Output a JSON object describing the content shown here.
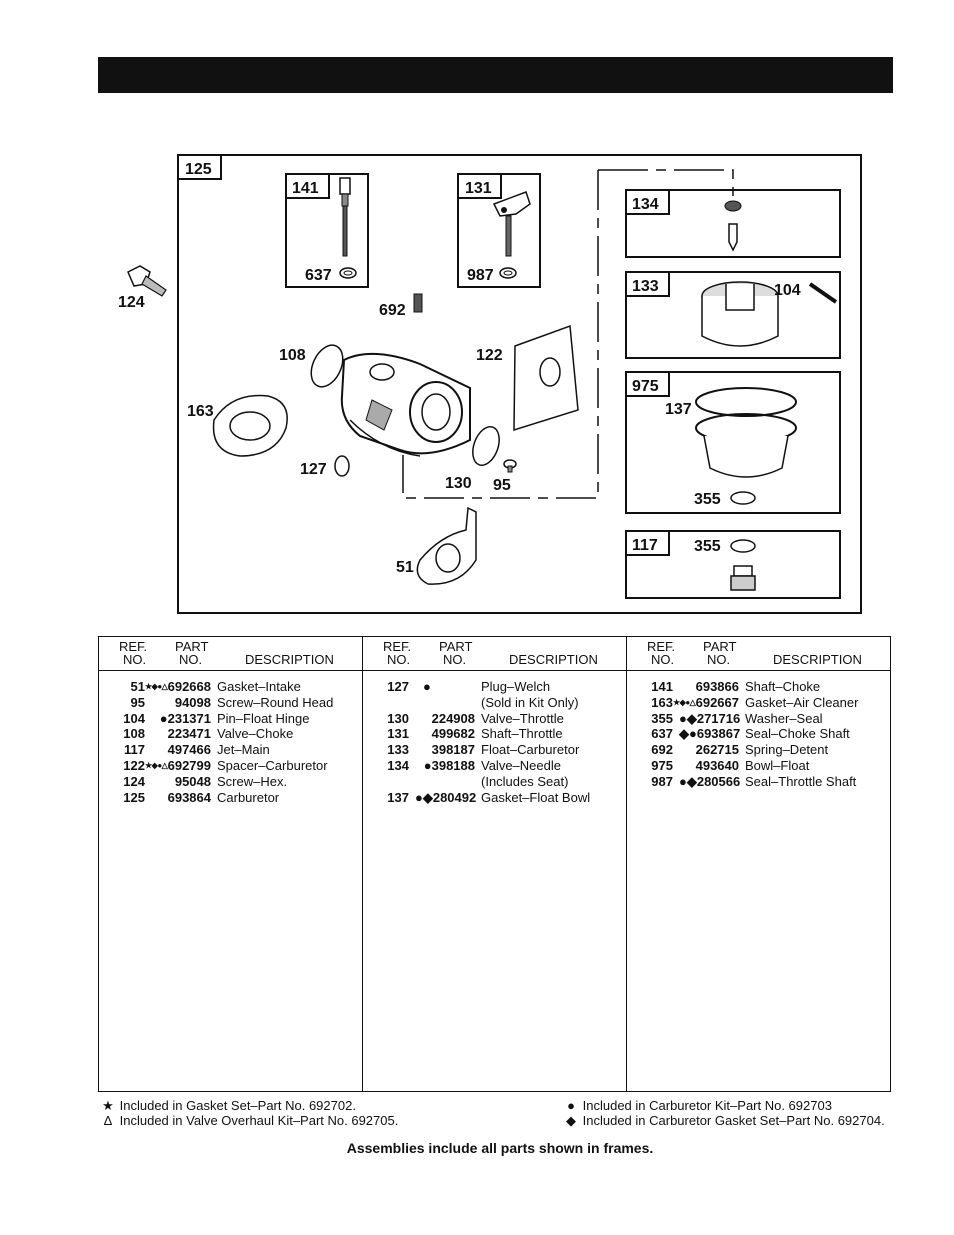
{
  "diagram": {
    "frame_labels": [
      "125",
      "141",
      "131",
      "134",
      "133",
      "975",
      "117"
    ],
    "callouts": {
      "c124": "124",
      "c637": "637",
      "c987": "987",
      "c692": "692",
      "c104": "104",
      "c108": "108",
      "c122": "122",
      "c163": "163",
      "c137": "137",
      "c127": "127",
      "c130": "130",
      "c95": "95",
      "c355a": "355",
      "c355b": "355",
      "c51": "51"
    }
  },
  "table": {
    "headers": {
      "ref1": "REF.",
      "ref2": "NO.",
      "part1": "PART",
      "part2": "NO.",
      "desc": "DESCRIPTION"
    },
    "columns": [
      [
        {
          "ref": "51",
          "marks": "★◆●△",
          "part": "692668",
          "desc": "Gasket–Intake"
        },
        {
          "ref": "95",
          "marks": "",
          "part": "94098",
          "desc": "Screw–Round Head"
        },
        {
          "ref": "104",
          "marks": "",
          "part": "●231371",
          "desc": "Pin–Float Hinge"
        },
        {
          "ref": "108",
          "marks": "",
          "part": "223471",
          "desc": "Valve–Choke"
        },
        {
          "ref": "117",
          "marks": "",
          "part": "497466",
          "desc": "Jet–Main"
        },
        {
          "ref": "122",
          "marks": "★◆●△",
          "part": "692799",
          "desc": "Spacer–Carburetor"
        },
        {
          "ref": "124",
          "marks": "",
          "part": "95048",
          "desc": "Screw–Hex."
        },
        {
          "ref": "125",
          "marks": "",
          "part": "693864",
          "desc": "Carburetor"
        }
      ],
      [
        {
          "ref": "127",
          "marks": "",
          "part": "●",
          "desc": "Plug–Welch"
        },
        {
          "ref": "",
          "marks": "",
          "part": "",
          "desc": "(Sold in Kit Only)"
        },
        {
          "ref": "130",
          "marks": "",
          "part": "224908",
          "desc": "Valve–Throttle"
        },
        {
          "ref": "131",
          "marks": "",
          "part": "499682",
          "desc": "Shaft–Throttle"
        },
        {
          "ref": "133",
          "marks": "",
          "part": "398187",
          "desc": "Float–Carburetor"
        },
        {
          "ref": "134",
          "marks": "",
          "part": "●398188",
          "desc": "Valve–Needle"
        },
        {
          "ref": "",
          "marks": "",
          "part": "",
          "desc": "(Includes Seat)"
        },
        {
          "ref": "137",
          "marks": "",
          "part": "●◆280492",
          "desc": "Gasket–Float Bowl"
        }
      ],
      [
        {
          "ref": "141",
          "marks": "",
          "part": "693866",
          "desc": "Shaft–Choke"
        },
        {
          "ref": "163",
          "marks": "★◆●△",
          "part": "692667",
          "desc": "Gasket–Air Cleaner"
        },
        {
          "ref": "355",
          "marks": "",
          "part": "●◆271716",
          "desc": "Washer–Seal"
        },
        {
          "ref": "637",
          "marks": "",
          "part": "◆●693867",
          "desc": "Seal–Choke Shaft"
        },
        {
          "ref": "692",
          "marks": "",
          "part": "262715",
          "desc": "Spring–Detent"
        },
        {
          "ref": "975",
          "marks": "",
          "part": "493640",
          "desc": "Bowl–Float"
        },
        {
          "ref": "987",
          "marks": "",
          "part": "●◆280566",
          "desc": "Seal–Throttle Shaft"
        }
      ]
    ]
  },
  "footnotes": {
    "star": {
      "symbol": "★",
      "text": "Included in Gasket Set–Part No. 692702."
    },
    "triangle": {
      "symbol": "Δ",
      "text": "Included in Valve Overhaul Kit–Part No. 692705."
    },
    "dot": {
      "symbol": "●",
      "text": "Included in Carburetor Kit–Part No. 692703"
    },
    "diamond": {
      "symbol": "◆",
      "text": "Included in Carburetor Gasket Set–Part No. 692704."
    }
  },
  "assemblies_note": "Assemblies include all parts shown in frames."
}
